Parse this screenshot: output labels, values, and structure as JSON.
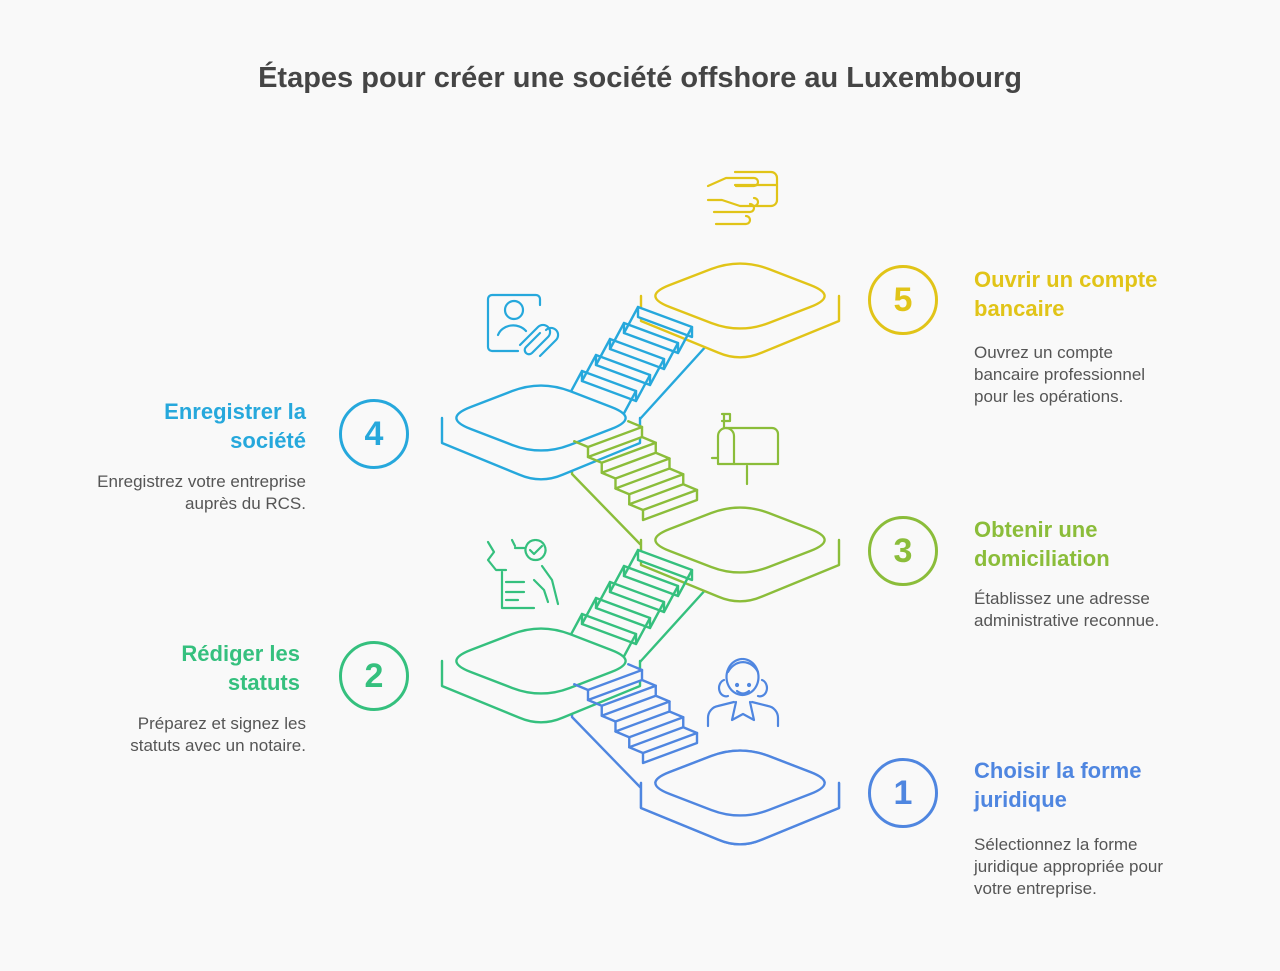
{
  "title": "Étapes pour créer une société offshore au Luxembourg",
  "steps": [
    {
      "number": "1",
      "heading": "Choisir la forme juridique",
      "description": "Sélectionnez la forme juridique appropriée pour votre entreprise.",
      "color": "#4f86e0",
      "icon": "lawyer-icon"
    },
    {
      "number": "2",
      "heading": "Rédiger les statuts",
      "description": "Préparez et signez les statuts avec un notaire.",
      "color": "#35c07e",
      "icon": "signed-document-icon"
    },
    {
      "number": "3",
      "heading": "Obtenir une domiciliation",
      "description": "Établissez une adresse administrative reconnue.",
      "color": "#8bbd3a",
      "icon": "mailbox-icon"
    },
    {
      "number": "4",
      "heading": "Enregistrer la société",
      "description": "Enregistrez votre entreprise auprès du RCS.",
      "color": "#26a8dc",
      "icon": "registration-document-icon"
    },
    {
      "number": "5",
      "heading": "Ouvrir un compte bancaire",
      "description": "Ouvrez un compte bancaire professionnel pour les opérations.",
      "color": "#e1c418",
      "icon": "bank-card-icon"
    }
  ]
}
